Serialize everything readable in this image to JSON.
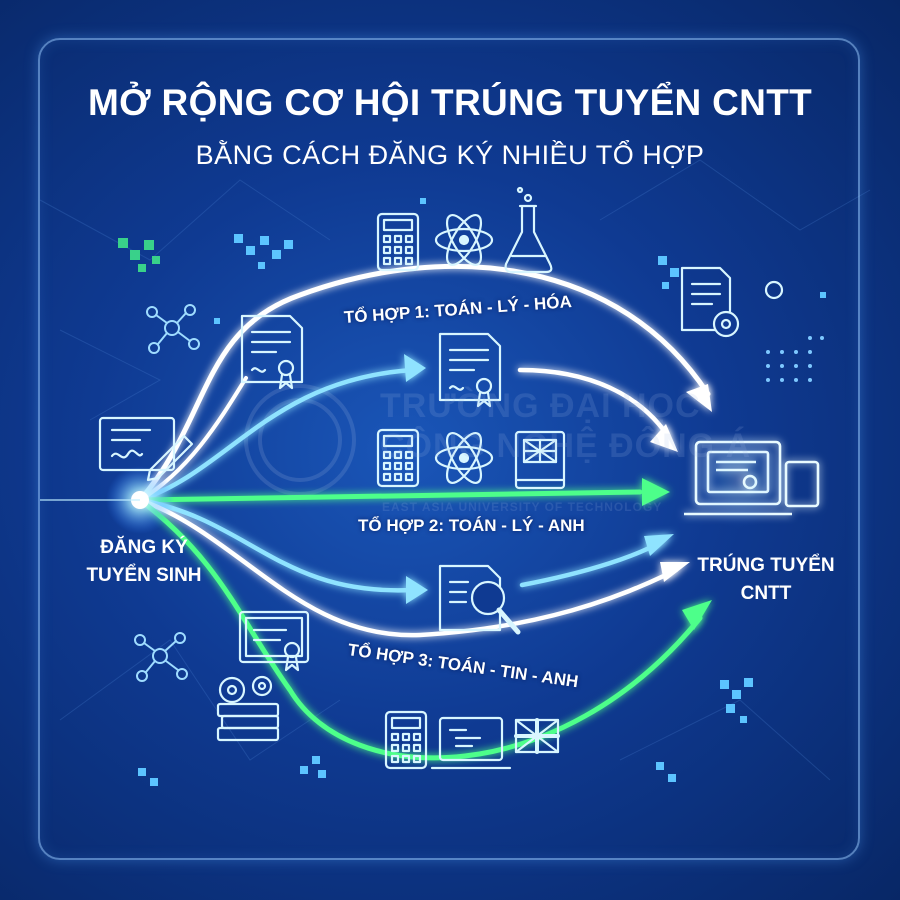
{
  "title_line1": "MỞ RỘNG CƠ HỘI TRÚNG TUYỂN CNTT",
  "title_line2": "BẰNG CÁCH ĐĂNG KÝ NHIỀU TỔ HỢP",
  "start_label_line1": "ĐĂNG KÝ",
  "start_label_line2": "TUYỂN SINH",
  "end_label_line1": "TRÚNG TUYỂN",
  "end_label_line2": "CNTT",
  "combos": [
    {
      "label": "TỔ HỢP 1: TOÁN - LÝ - HÓA",
      "subjects": [
        "calculator-icon",
        "atom-icon",
        "flask-icon"
      ]
    },
    {
      "label": "TỔ HỢP 2: TOÁN - LÝ - ANH",
      "subjects": [
        "calculator-icon",
        "atom-icon",
        "english-book-icon"
      ]
    },
    {
      "label": "TỔ HỢP 3: TOÁN - TIN - ANH",
      "subjects": [
        "calculator-icon",
        "laptop-code-icon",
        "uk-flag-icon"
      ]
    }
  ],
  "watermark_line1": "TRƯỜNG ĐẠI HỌC",
  "watermark_line2": "CÔNG NGHỆ ĐÔNG Á",
  "watermark_line3": "EAST ASIA UNIVERSITY OF TECHNOLOGY",
  "colors": {
    "background": "#0f3a92",
    "path_white": "#ffffff",
    "path_cyan": "#8fe3ff",
    "path_green": "#4dff8a",
    "icon_line": "#d8f6ff"
  }
}
